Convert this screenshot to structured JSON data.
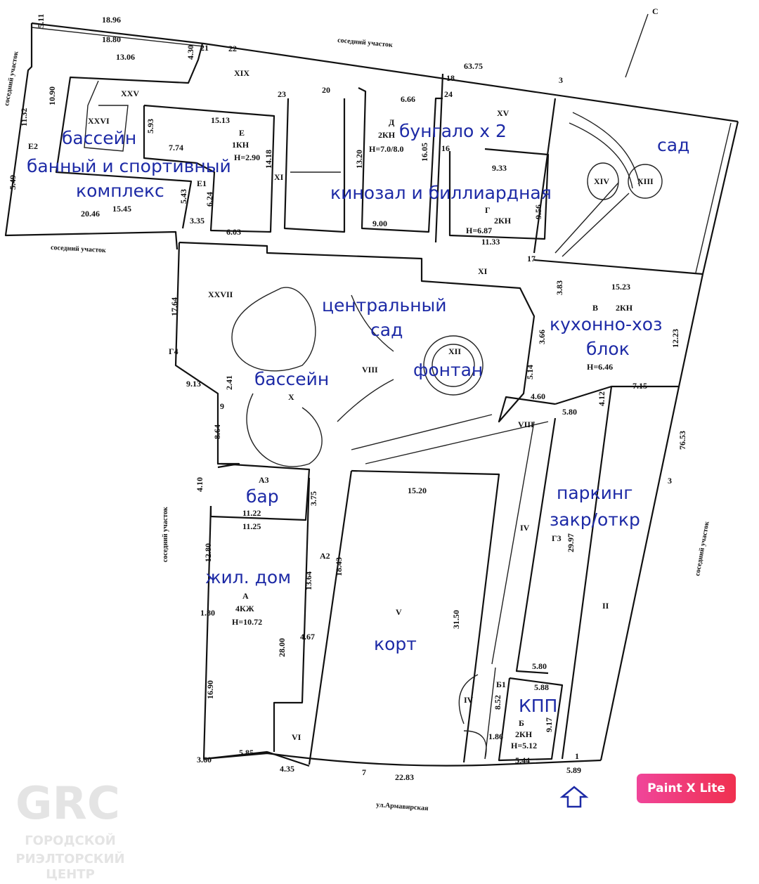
{
  "watermark": {
    "logo": "GRC",
    "line1": "ГОРОДСКОЙ",
    "line2": "РИЭЛТОРСКИЙ",
    "line3": "ЦЕНТР"
  },
  "north_label": "С",
  "street": "ул.Армавирская",
  "neighbor_label": "соседний участок",
  "badge": "Paint X Lite",
  "blue_labels": [
    "бассейн",
    "банный и спортивный",
    "комплекс",
    "бунгало х 2",
    "кинозал и биллиардная",
    "сад",
    "центральный",
    "сад",
    "кухонно-хоз",
    "блок",
    "бассейн",
    "фонтан",
    "бар",
    "паркинг",
    "закр/откр",
    "жил. дом",
    "корт",
    "КПП"
  ],
  "dimensions": [
    "18.96",
    "18.80",
    "5.11",
    "4.30",
    "13.06",
    "10.90",
    "11.32",
    "5.93",
    "15.13",
    "7.74",
    "15.45",
    "5.49",
    "20.46",
    "5.43",
    "3.35",
    "6.24",
    "6.03",
    "14.18",
    "63.75",
    "6.66",
    "13.20",
    "16.05",
    "9.00",
    "9.33",
    "9.56",
    "11.33",
    "17.64",
    "9.13",
    "2.41",
    "8.64",
    "15.23",
    "3.83",
    "12.23",
    "5.14",
    "3.66",
    "4.60",
    "5.80",
    "4.12",
    "7.15",
    "76.53",
    "4.10",
    "11.22",
    "11.25",
    "3.75",
    "12.80",
    "13.64",
    "18.43",
    "15.20",
    "29.97",
    "31.50",
    "28.00",
    "4.67",
    "16.90",
    "1.80",
    "3.60",
    "5.85",
    "4.35",
    "22.83",
    "5.80",
    "5.88",
    "8.52",
    "9.17",
    "1.86",
    "5.44",
    "5.89"
  ],
  "points": [
    "21",
    "22",
    "23",
    "20",
    "18",
    "24",
    "3",
    "16",
    "17",
    "9",
    "7",
    "1",
    "3"
  ],
  "room_codes": [
    "XIX",
    "XXV",
    "XXVI",
    "Е2",
    "Е",
    "1КН",
    "Н=2.90",
    "Е1",
    "XI",
    "Д",
    "2КН",
    "Н=7.0/8.0",
    "XV",
    "Г",
    "2КН",
    "Н=6.87",
    "XIV",
    "XIII",
    "XI",
    "XXVII",
    "Г4",
    "X",
    "VIII",
    "XII",
    "В",
    "2КН",
    "Н=6.46",
    "VIII",
    "А3",
    "А2",
    "А",
    "4КЖ",
    "Н=10.72",
    "V",
    "IV",
    "Г3",
    "II",
    "IV",
    "VI",
    "Б1",
    "Б",
    "2КН",
    "Н=5.12"
  ]
}
